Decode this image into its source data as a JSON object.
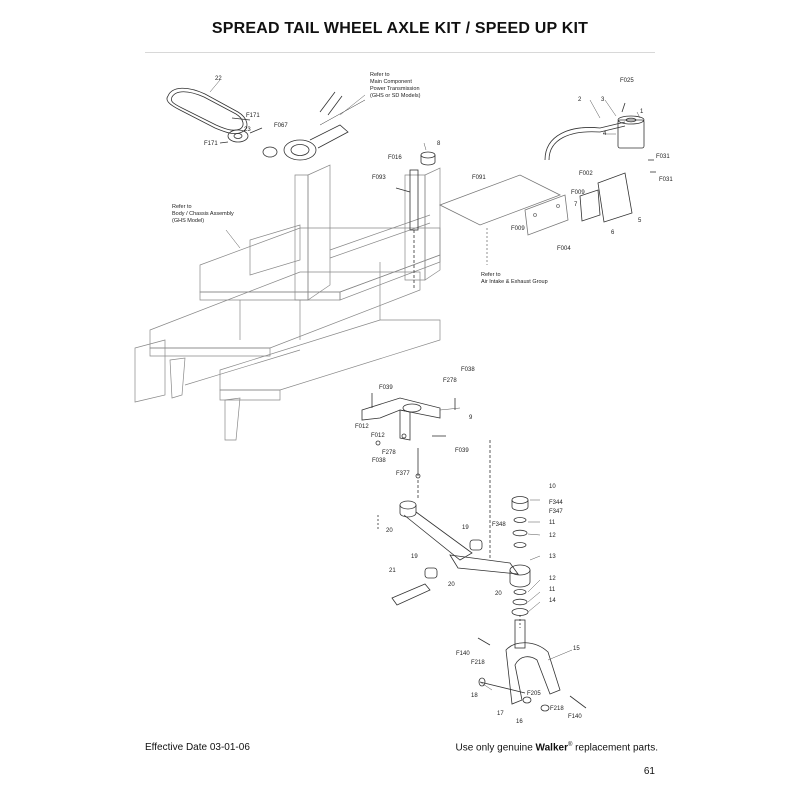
{
  "page": {
    "title": "SPREAD TAIL WHEEL AXLE KIT / SPEED UP KIT",
    "effective_date": "Effective Date 03-01-06",
    "footer_prefix": "Use only genuine",
    "footer_brand": "Walker",
    "footer_registered": "®",
    "footer_suffix": "replacement parts.",
    "page_number": "61"
  },
  "references": {
    "main_component": [
      "Refer to",
      "Main Component",
      "Power Transmission",
      "(GHS or SD Models)"
    ],
    "body_chassis": [
      "Refer to",
      "Body / Chassis Assembly",
      "(GHS Model)"
    ],
    "air_intake": [
      "Refer to",
      "Air Intake & Exhaust Group"
    ]
  },
  "callouts": {
    "c22": "22",
    "cF171a": "F171",
    "c23": "23",
    "cF067": "F067",
    "cF171b": "F171",
    "cF025": "F025",
    "c2": "2",
    "c3": "3",
    "c1": "1",
    "c4": "4",
    "cF031a": "F031",
    "cF031b": "F031",
    "c8": "8",
    "cF016": "F016",
    "cF093": "F093",
    "cF091": "F091",
    "cF002": "F002",
    "cF009a": "F009",
    "c7": "7",
    "c6": "6",
    "c5": "5",
    "cF009b": "F009",
    "cF004": "F004",
    "cF038a": "F038",
    "cF278a": "F278",
    "cF039a": "F039",
    "c9": "9",
    "cF012a": "F012",
    "cF012b": "F012",
    "cF278b": "F278",
    "cF038b": "F038",
    "cF039b": "F039",
    "cF377": "F377",
    "c10": "10",
    "cF344": "F344",
    "cF347": "F347",
    "cF348": "F348",
    "c11a": "11",
    "c12a": "12",
    "c13": "13",
    "c12b": "12",
    "c11b": "11",
    "c14": "14",
    "c19a": "19",
    "c19b": "19",
    "c20a": "20",
    "c20b": "20",
    "c20c": "20",
    "c21": "21",
    "cF140a": "F140",
    "cF218a": "F218",
    "c15": "15",
    "c18": "18",
    "cF205": "F205",
    "c17": "17",
    "c16": "16",
    "cF218b": "F218",
    "cF140b": "F140"
  }
}
